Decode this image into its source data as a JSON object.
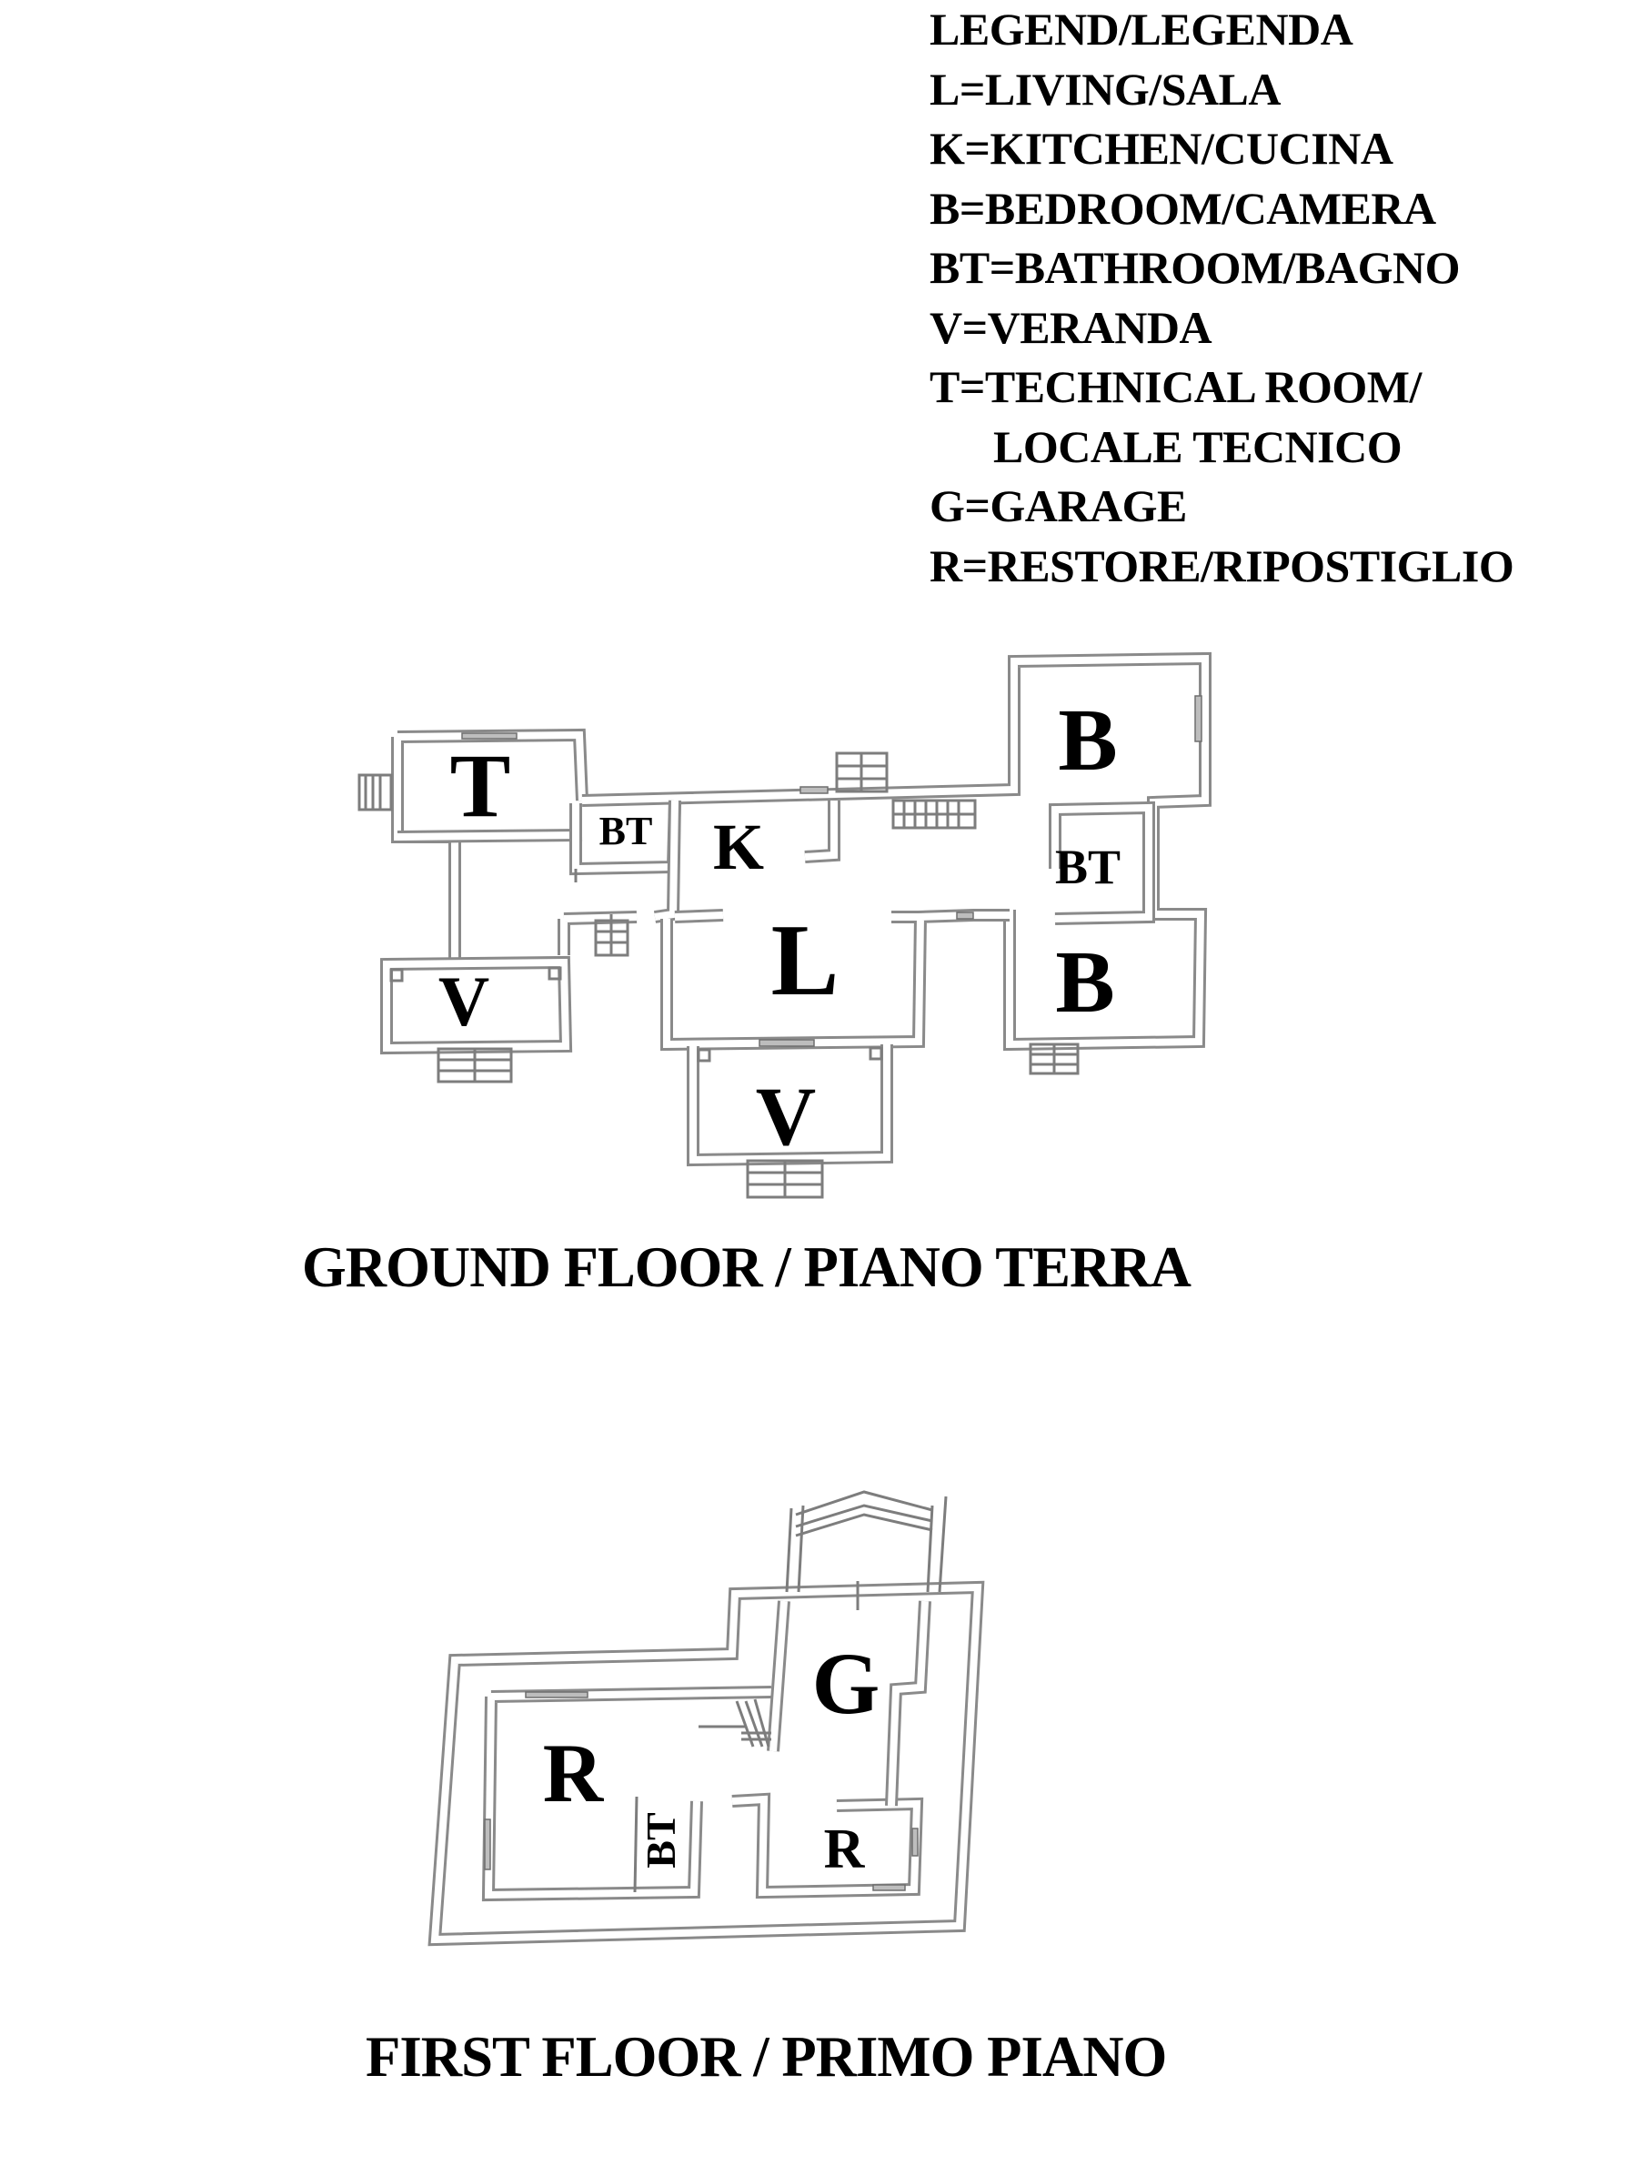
{
  "legend": {
    "title": "LEGEND/LEGENDA",
    "items": [
      "L=LIVING/SALA",
      "K=KITCHEN/CUCINA",
      "B=BEDROOM/CAMERA",
      "BT=BATHROOM/BAGNO",
      "V=VERANDA",
      "T=TECHNICAL ROOM/",
      "LOCALE TECNICO",
      "G=GARAGE",
      "R=RESTORE/RIPOSTIGLIO"
    ]
  },
  "ground_floor": {
    "title": "GROUND FLOOR / PIANO TERRA",
    "rooms": {
      "technical": "T",
      "bath_small": "BT",
      "kitchen": "K",
      "living": "L",
      "veranda_left": "V",
      "veranda_center": "V",
      "bedroom_upper": "B",
      "bath_right": "BT",
      "bedroom_lower": "B"
    }
  },
  "first_floor": {
    "title": "FIRST FLOOR / PRIMO PIANO",
    "rooms": {
      "storage_large": "R",
      "bath": "BT",
      "garage": "G",
      "storage_small": "R"
    }
  }
}
